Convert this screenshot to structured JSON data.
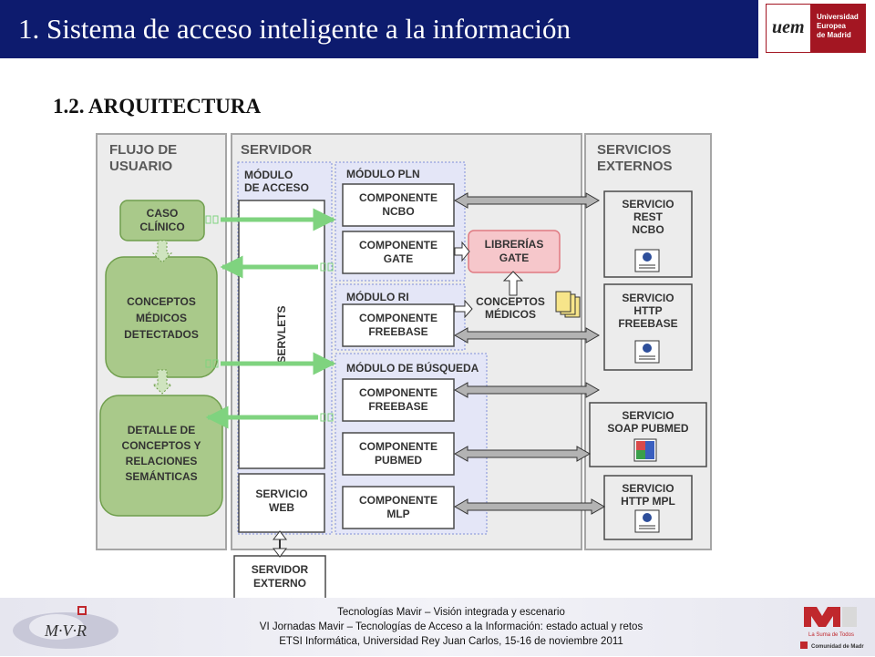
{
  "header": {
    "title": "1. Sistema de acceso inteligente a la información",
    "logo_lines": [
      "Universidad",
      "Europea",
      "de Madrid"
    ],
    "header_color": "#0d1b6e",
    "logo_color": "#a31622"
  },
  "section": {
    "title": "1.2. ARQUITECTURA"
  },
  "diagram": {
    "panels": {
      "flujo": "FLUJO DE\nUSUARIO",
      "servidor": "SERVIDOR",
      "servicios": "SERVICIOS\nEXTERNOS"
    },
    "modules": {
      "acceso": "MÓDULO\nDE ACCESO",
      "pln": "MÓDULO PLN",
      "ri": "MÓDULO RI",
      "busqueda": "MÓDULO DE BÚSQUEDA"
    },
    "servlets": "SERVLETS",
    "servicio_web": "SERVICIO\nWEB",
    "servidor_externo": "SERVIDOR\nEXTERNO",
    "flow_steps": {
      "caso": "CASO\nCLÍNICO",
      "conceptos": "CONCEPTOS\nMÉDICOS\nDETECTADOS",
      "detalle": "DETALLE DE\nCONCEPTOS Y\nRELACIONES\nSEMÁNTICAS"
    },
    "components": {
      "ncbo": "COMPONENTE\nNCBO",
      "gate": "COMPONENTE\nGATE",
      "freebase_ri": "COMPONENTE\nFREEBASE",
      "freebase_busq": "COMPONENTE\nFREEBASE",
      "pubmed": "COMPONENTE\nPUBMED",
      "mlp": "COMPONENTE\nMLP"
    },
    "librerias": "LIBRERÍAS\nGATE",
    "conceptos_medicos": "CONCEPTOS\nMÉDICOS",
    "services": {
      "rest_ncbo": "SERVICIO\nREST\nNCBO",
      "http_freebase": "SERVICIO\nHTTP\nFREEBASE",
      "soap_pubmed": "SERVICIO\nSOAP PUBMED",
      "http_mpl": "SERVICIO\nHTTP MPL"
    },
    "colors": {
      "panel_bg": "#ececec",
      "panel_border": "#a6a6a6",
      "module_bg": "#e4e6f7",
      "module_border": "#7f8fd8",
      "flow_green": "#a9c98a",
      "flow_green_border": "#6f9e4c",
      "arrow_green": "#7fd37f",
      "library_red": "#f6c7cb",
      "library_border": "#e07a82",
      "component_border": "#4a4a4a",
      "text_gray": "#595959"
    }
  },
  "footer": {
    "line1": "Tecnologías Mavir – Visión integrada y escenario",
    "line2": "VI Jornadas Mavir – Tecnologías de Acceso a la Información: estado actual y retos",
    "line3": "ETSI Informática, Universidad Rey Juan Carlos, 15-16  de noviembre 2011",
    "logo_mavir": "M·V·R",
    "logo_cm_tagline": "La Suma de Todos",
    "logo_cm_name": "Comunidad de Madrid"
  }
}
